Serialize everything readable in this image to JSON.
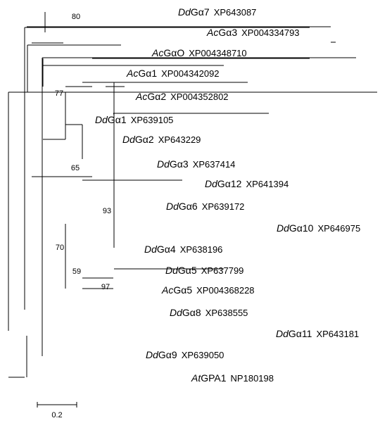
{
  "tree": {
    "leaves": [
      {
        "species": "Dd",
        "gene": "Gα7",
        "accession": "XP643087"
      },
      {
        "species": "Ac",
        "gene": "Gα3",
        "accession": "XP004334793"
      },
      {
        "species": "Ac",
        "gene": "GαO",
        "accession": "XP004348710"
      },
      {
        "species": "Ac",
        "gene": "Gα1",
        "accession": "XP004342092"
      },
      {
        "species": "Ac",
        "gene": "Gα2",
        "accession": "XP004352802"
      },
      {
        "species": "Dd",
        "gene": "Gα1",
        "accession": "XP639105"
      },
      {
        "species": "Dd",
        "gene": "Gα2",
        "accession": "XP643229"
      },
      {
        "species": "Dd",
        "gene": "Gα3",
        "accession": "XP637414"
      },
      {
        "species": "Dd",
        "gene": "Gα12",
        "accession": "XP641394"
      },
      {
        "species": "Dd",
        "gene": "Gα6",
        "accession": "XP639172"
      },
      {
        "species": "Dd",
        "gene": "Gα10",
        "accession": "XP646975"
      },
      {
        "species": "Dd",
        "gene": "Gα4",
        "accession": "XP638196"
      },
      {
        "species": "Dd",
        "gene": "Gα5",
        "accession": "XP637799"
      },
      {
        "species": "Ac",
        "gene": "Gα5",
        "accession": "XP004368228"
      },
      {
        "species": "Dd",
        "gene": "Gα8",
        "accession": "XP638555"
      },
      {
        "species": "Dd",
        "gene": "Gα11",
        "accession": "XP643181"
      },
      {
        "species": "Dd",
        "gene": "Gα9",
        "accession": "XP639050"
      },
      {
        "species": "At",
        "gene": "GPA1",
        "accession": "NP180198"
      }
    ],
    "bootstrap": [
      "80",
      "77",
      "65",
      "93",
      "70",
      "59",
      "97"
    ],
    "scale_bar": {
      "label": "0.2",
      "length": 0.2
    }
  }
}
